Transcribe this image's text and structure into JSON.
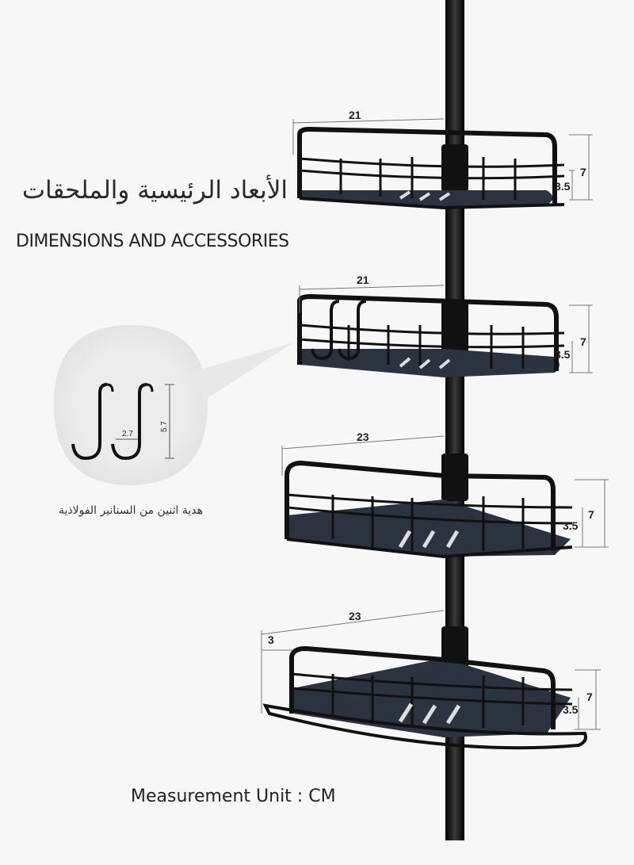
{
  "heading_arabic": "الأبعاد الرئيسية والملحقات",
  "heading_english": "DIMENSIONS AND ACCESSORIES",
  "hook_caption_arabic": "هدية اثنين من السنانير الفولاذية",
  "measurement_unit": "Measurement Unit : CM",
  "hook_dimensions": {
    "width": "2.7",
    "height": "5.7"
  },
  "shelves": [
    {
      "width": "21",
      "height": "7",
      "rail": "3.5"
    },
    {
      "width": "21",
      "height": "7",
      "rail": "3.5"
    },
    {
      "width": "23",
      "height": "7",
      "rail": "3.5"
    },
    {
      "width": "23",
      "height": "7",
      "rail": "3.5",
      "side": "3"
    }
  ],
  "colors": {
    "frame": "#111111",
    "shelf_marble": "#2b3240",
    "background": "#f7f7f7",
    "dim_line": "#666666"
  }
}
